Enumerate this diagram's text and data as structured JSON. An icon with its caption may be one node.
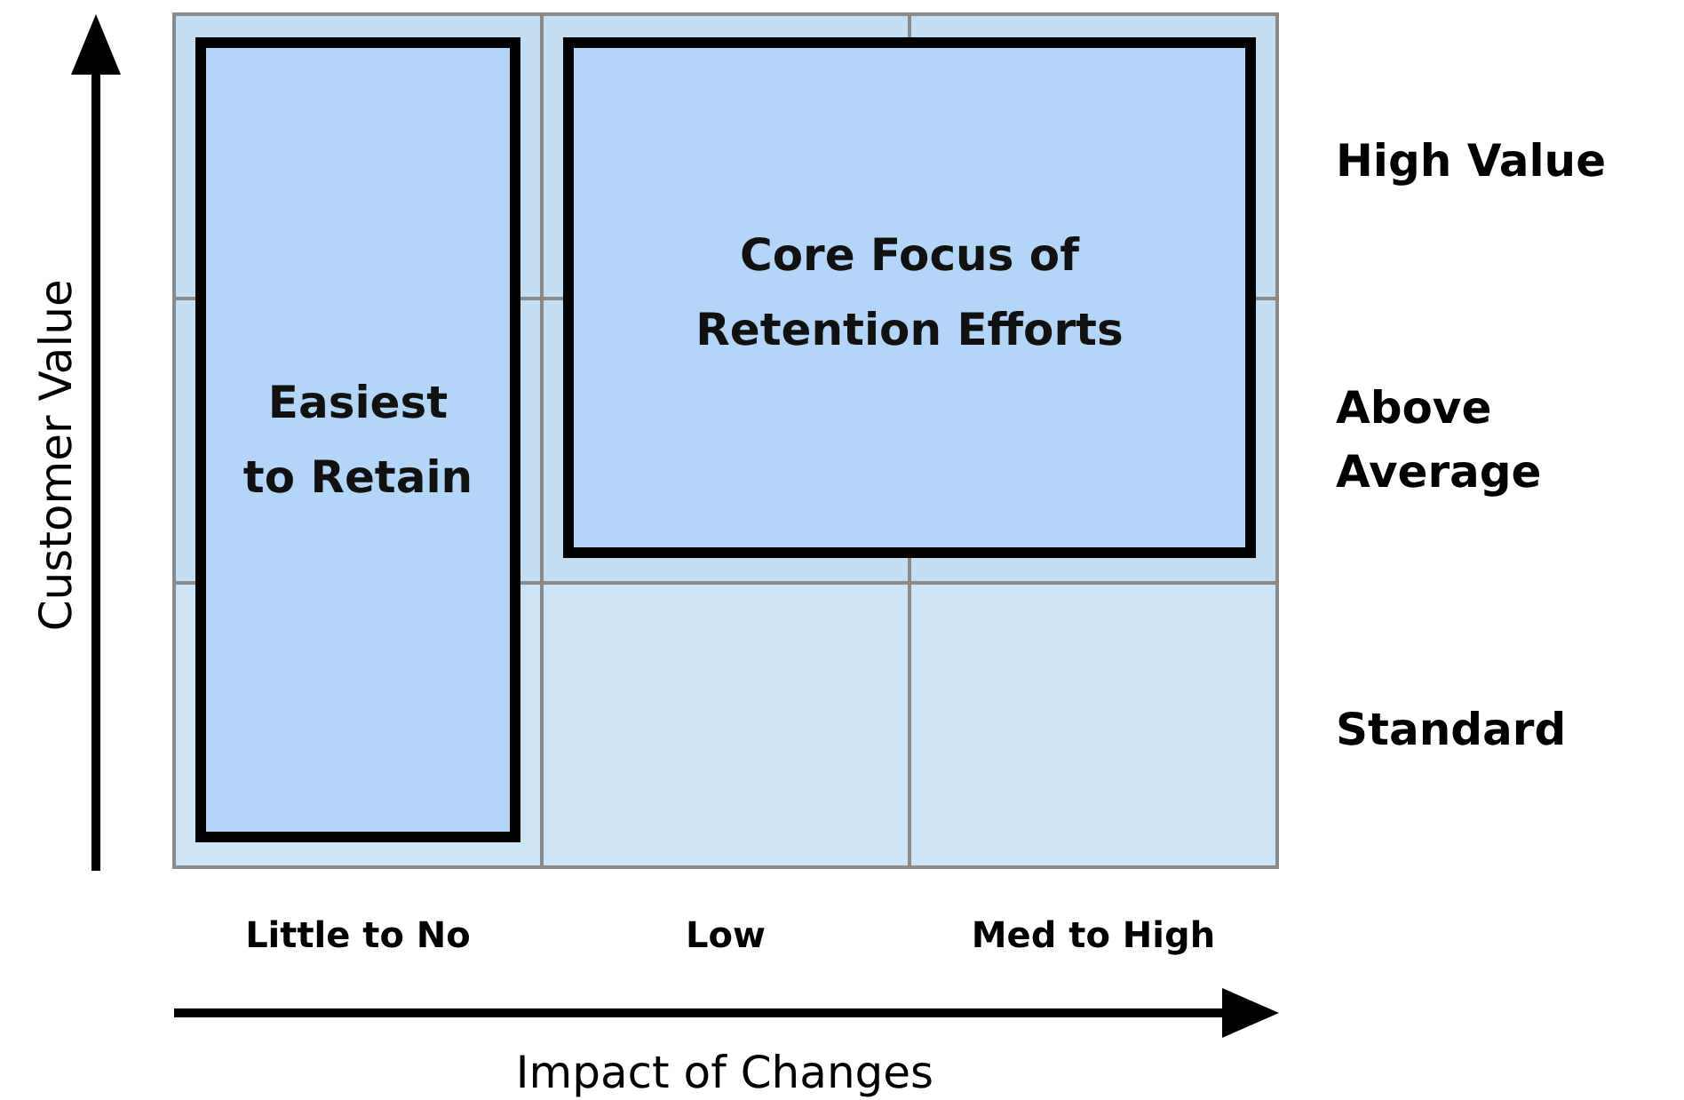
{
  "diagram": {
    "nodes": [
      {
        "text": [
          "Easiest to Retain"
        ]
      },
      {
        "text": [
          "Core Focus of Retention Efforts"
        ]
      }
    ],
    "labels": [
      "High Value",
      "Above Average",
      "Standard",
      "Little to No",
      "Low",
      "Med to High",
      "Customer Value",
      "Impact of Changes"
    ]
  }
}
